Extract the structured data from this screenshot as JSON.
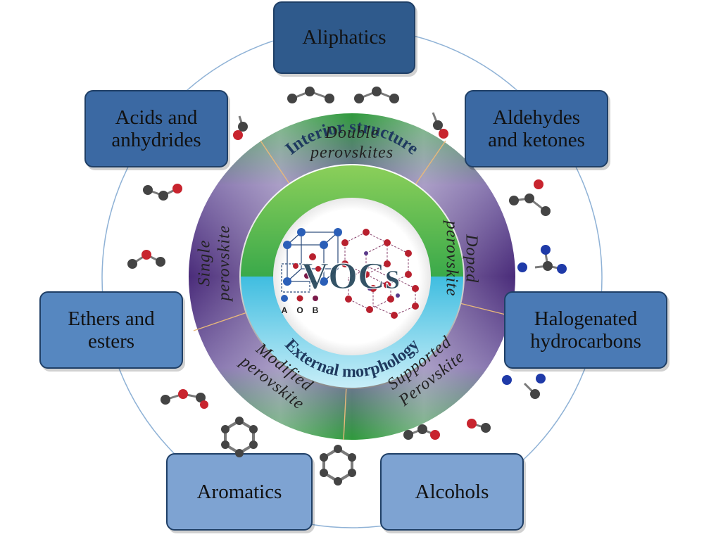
{
  "categories": {
    "aliphatics": "Aliphatics",
    "acids": "Acids and\nanhydrides",
    "aldehydes": "Aldehydes\nand ketones",
    "halogenated": "Halogenated\nhydrocarbons",
    "ethers": "Ethers and\nesters",
    "aromatics": "Aromatics",
    "alcohols": "Alcohols"
  },
  "ring": {
    "double": "Double\nperovskites",
    "doped": "Doped\nperovskite",
    "supported": "Supported\nPerovskite",
    "modified": "Modified\nperovskite",
    "single": "Single\nperovskite"
  },
  "inner": {
    "top": "Interior structure",
    "bottom": "External morphology"
  },
  "center": {
    "title": "VOCs",
    "legend_a": "A",
    "legend_o": "O",
    "legend_b": "B"
  },
  "colors": {
    "box_dark": "#2f5a8c",
    "box_mid": "#4a7ab5",
    "box_light": "#7ea3d2",
    "green": "#3aa94a",
    "purple": "#5e3a8e",
    "cyan": "#3fbde0"
  }
}
